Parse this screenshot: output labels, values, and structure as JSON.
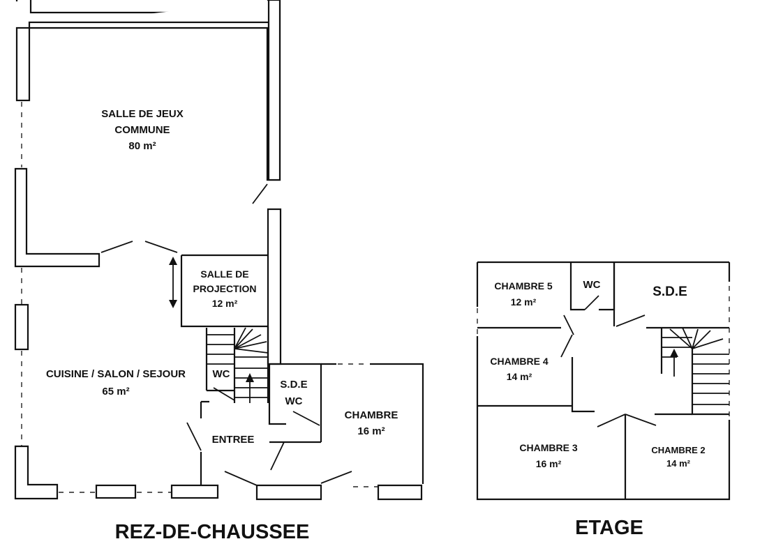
{
  "ground_floor": {
    "title": "REZ-DE-CHAUSSEE",
    "rooms": {
      "salle_de_jeux": {
        "line1": "SALLE DE JEUX",
        "line2": "COMMUNE",
        "area": "80 m²"
      },
      "salle_projection": {
        "line1": "SALLE DE",
        "line2": "PROJECTION",
        "area": "12 m²"
      },
      "cuisine": {
        "line1": "CUISINE / SALON / SEJOUR",
        "area": "65 m²"
      },
      "wc": {
        "label": "WC"
      },
      "sde_wc": {
        "line1": "S.D.E",
        "line2": "WC"
      },
      "chambre": {
        "line1": "CHAMBRE",
        "area": "16 m²"
      },
      "entree": {
        "label": "ENTREE"
      }
    }
  },
  "upper_floor": {
    "title": "ETAGE",
    "rooms": {
      "chambre5": {
        "line1": "CHAMBRE 5",
        "area": "12 m²"
      },
      "wc": {
        "label": "WC"
      },
      "sde": {
        "label": "S.D.E"
      },
      "chambre4": {
        "line1": "CHAMBRE 4",
        "area": "14 m²"
      },
      "chambre3": {
        "line1": "CHAMBRE 3",
        "area": "16 m²"
      },
      "chambre2": {
        "line1": "CHAMBRE 2",
        "area": "14 m²"
      }
    }
  }
}
